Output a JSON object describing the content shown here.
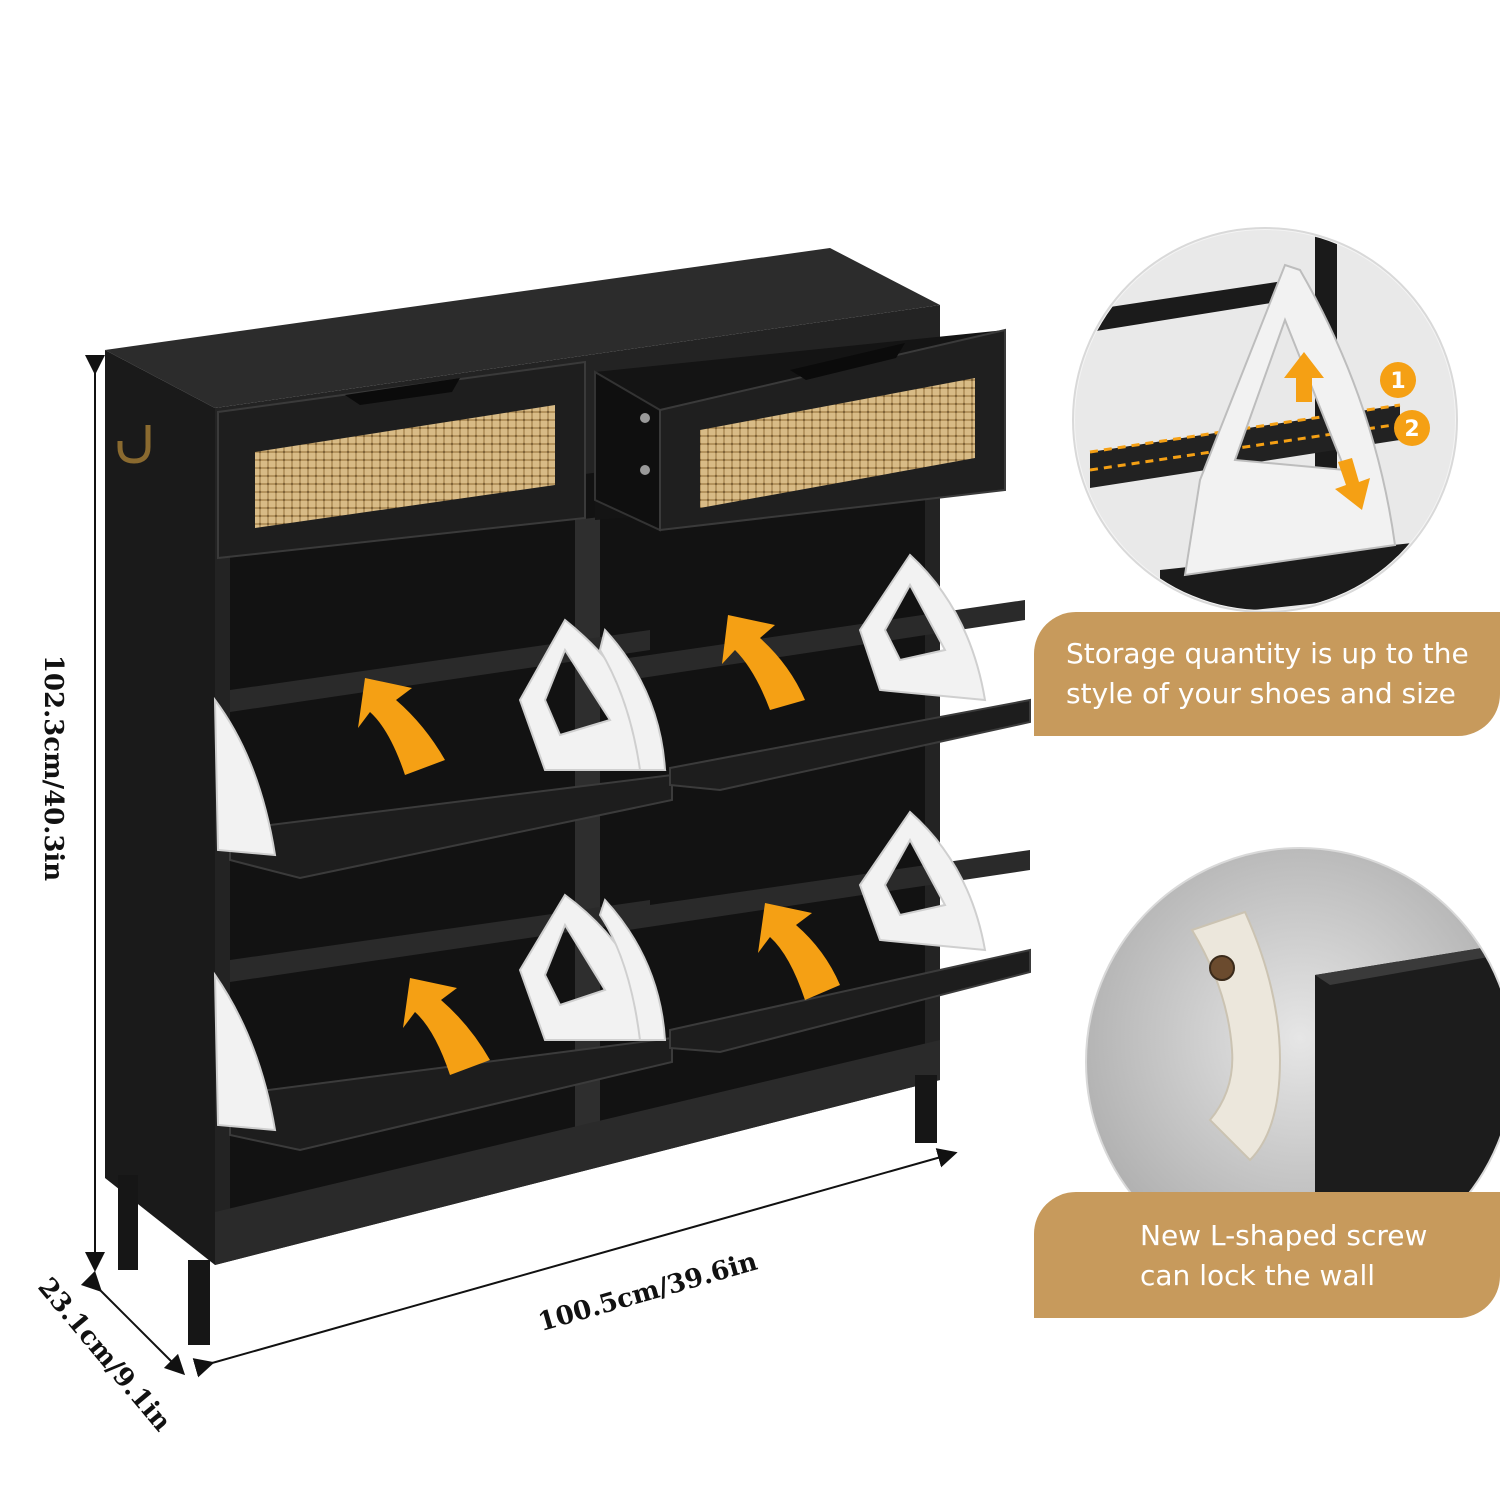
{
  "dimensions": {
    "height": "102.3cm/40.3in",
    "width": "100.5cm/39.6in",
    "depth": "23.1cm/9.1in"
  },
  "detail_steps": [
    "1",
    "2"
  ],
  "captions": {
    "storage": {
      "line1": "Storage quantity is up to the",
      "line2": "style of your shoes and size"
    },
    "screw": {
      "line1": "New L-shaped screw",
      "line2": "can lock the wall"
    }
  },
  "colors": {
    "cabinet": "#1c1c1c",
    "cabinet_edge": "#2b2b2b",
    "rattan": "#d8bb86",
    "accent_orange": "#f5a014",
    "caption_bg": "#c79a5c",
    "bracket": "#f2f2f2"
  },
  "icons": {
    "flip_arrow": "curved-up-arrow-icon",
    "step_badge": "numbered-circle-icon"
  }
}
